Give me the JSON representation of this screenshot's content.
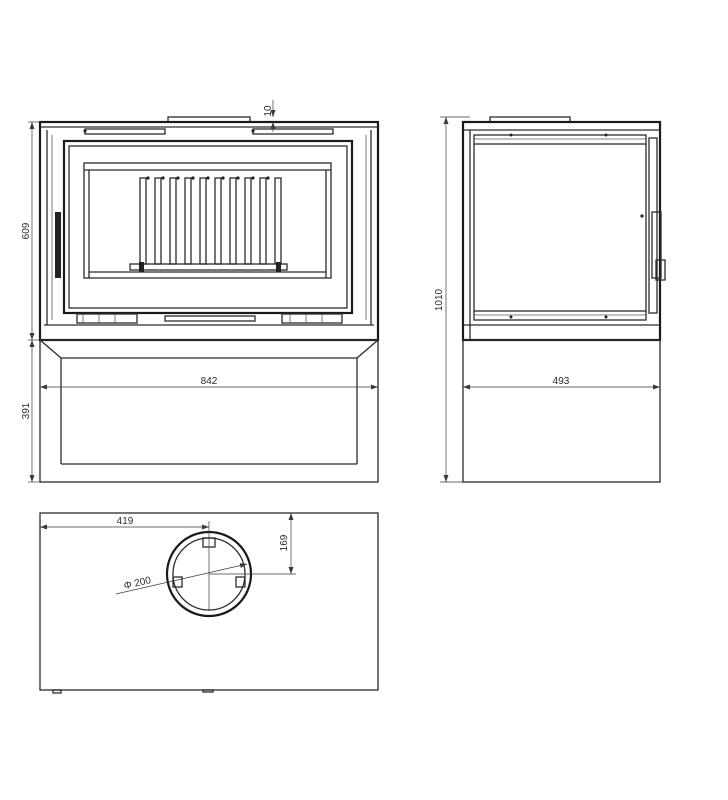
{
  "front_view": {
    "dim_flue_collar": "10",
    "dim_firebox_height": "609",
    "dim_base_height": "391",
    "dim_width": "842"
  },
  "side_view": {
    "dim_total_height": "1010",
    "dim_depth": "493"
  },
  "top_view": {
    "dim_flue_offset_x": "419",
    "dim_flue_offset_y": "169",
    "dim_flue_diameter": "Φ 200"
  }
}
